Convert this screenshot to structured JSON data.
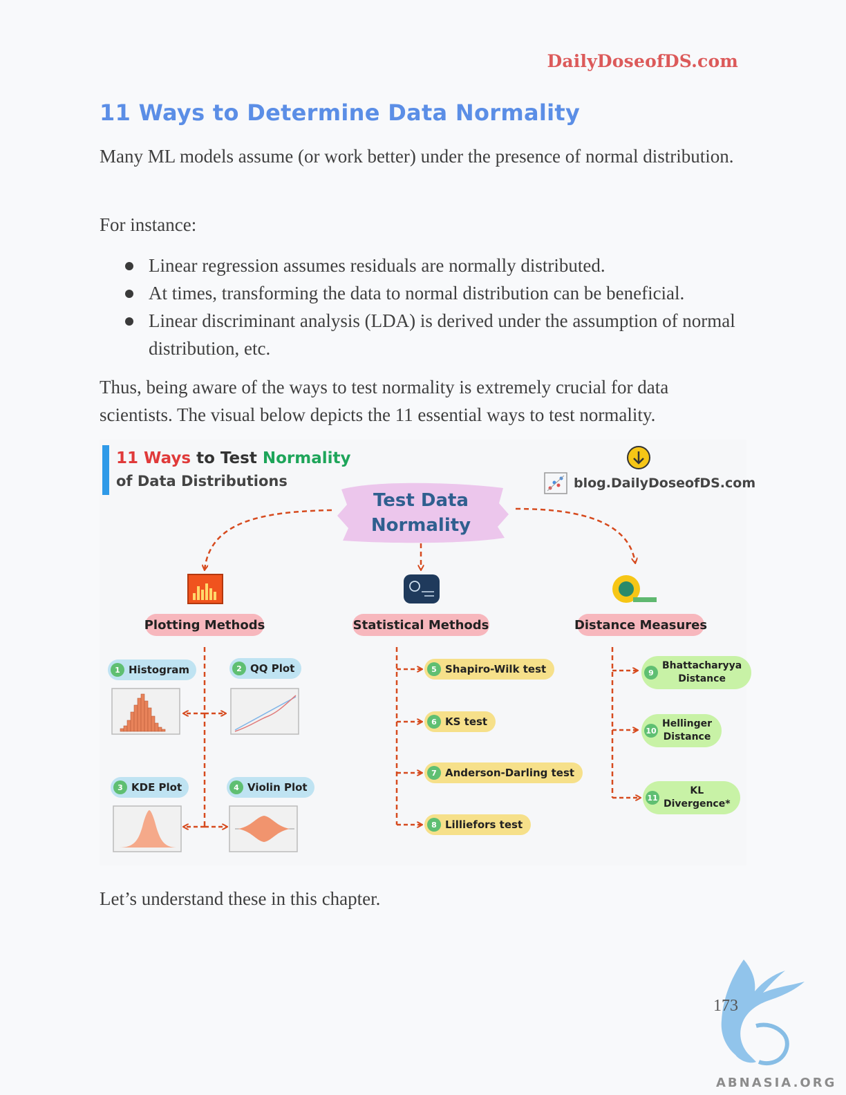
{
  "header": {
    "site": "DailyDoseofDS.com"
  },
  "title": "11 Ways to Determine Data Normality",
  "intro": "Many ML models assume (or work better) under the presence of normal distribution.",
  "lead": "For instance:",
  "bullets": [
    "Linear regression assumes residuals are normally distributed.",
    "At times, transforming the data to normal distribution can be beneficial.",
    "Linear discriminant analysis (LDA) is derived under the assumption of normal distribution, etc."
  ],
  "summary": "Thus, being aware of the ways to test normality is extremely crucial for data scientists. The visual below depicts the 11 essential ways to test normality.",
  "infographic": {
    "title_num": "11",
    "title_ways": "Ways",
    "title_to_test": "to Test",
    "title_normality": "Normality",
    "title_line2": "of Data Distributions",
    "blog": "blog.DailyDoseofDS.com",
    "center_line1": "Test Data",
    "center_line2": "Normality",
    "categories": [
      "Plotting Methods",
      "Statistical Methods",
      "Distance Measures"
    ],
    "plotting": [
      {
        "n": "1",
        "label": "Histogram"
      },
      {
        "n": "2",
        "label": "QQ Plot"
      },
      {
        "n": "3",
        "label": "KDE Plot"
      },
      {
        "n": "4",
        "label": "Violin Plot"
      }
    ],
    "statistical": [
      {
        "n": "5",
        "label": "Shapiro-Wilk test"
      },
      {
        "n": "6",
        "label": "KS test"
      },
      {
        "n": "7",
        "label": "Anderson-Darling test"
      },
      {
        "n": "8",
        "label": "Lilliefors test"
      }
    ],
    "distance": [
      {
        "n": "9",
        "line1": "Bhattacharyya",
        "line2": "Distance"
      },
      {
        "n": "10",
        "line1": "Hellinger",
        "line2": "Distance"
      },
      {
        "n": "11",
        "line1": "KL",
        "line2": "Divergence*"
      }
    ],
    "colors": {
      "arrow": "#d64a1e",
      "pink": "#f7b7bd",
      "blue": "#bfe3f2",
      "yellow": "#f6e08a",
      "green": "#c8f2a6"
    }
  },
  "closing": "Let’s understand these in this chapter.",
  "page_number": "173",
  "watermark": "ABNASIA.ORG"
}
